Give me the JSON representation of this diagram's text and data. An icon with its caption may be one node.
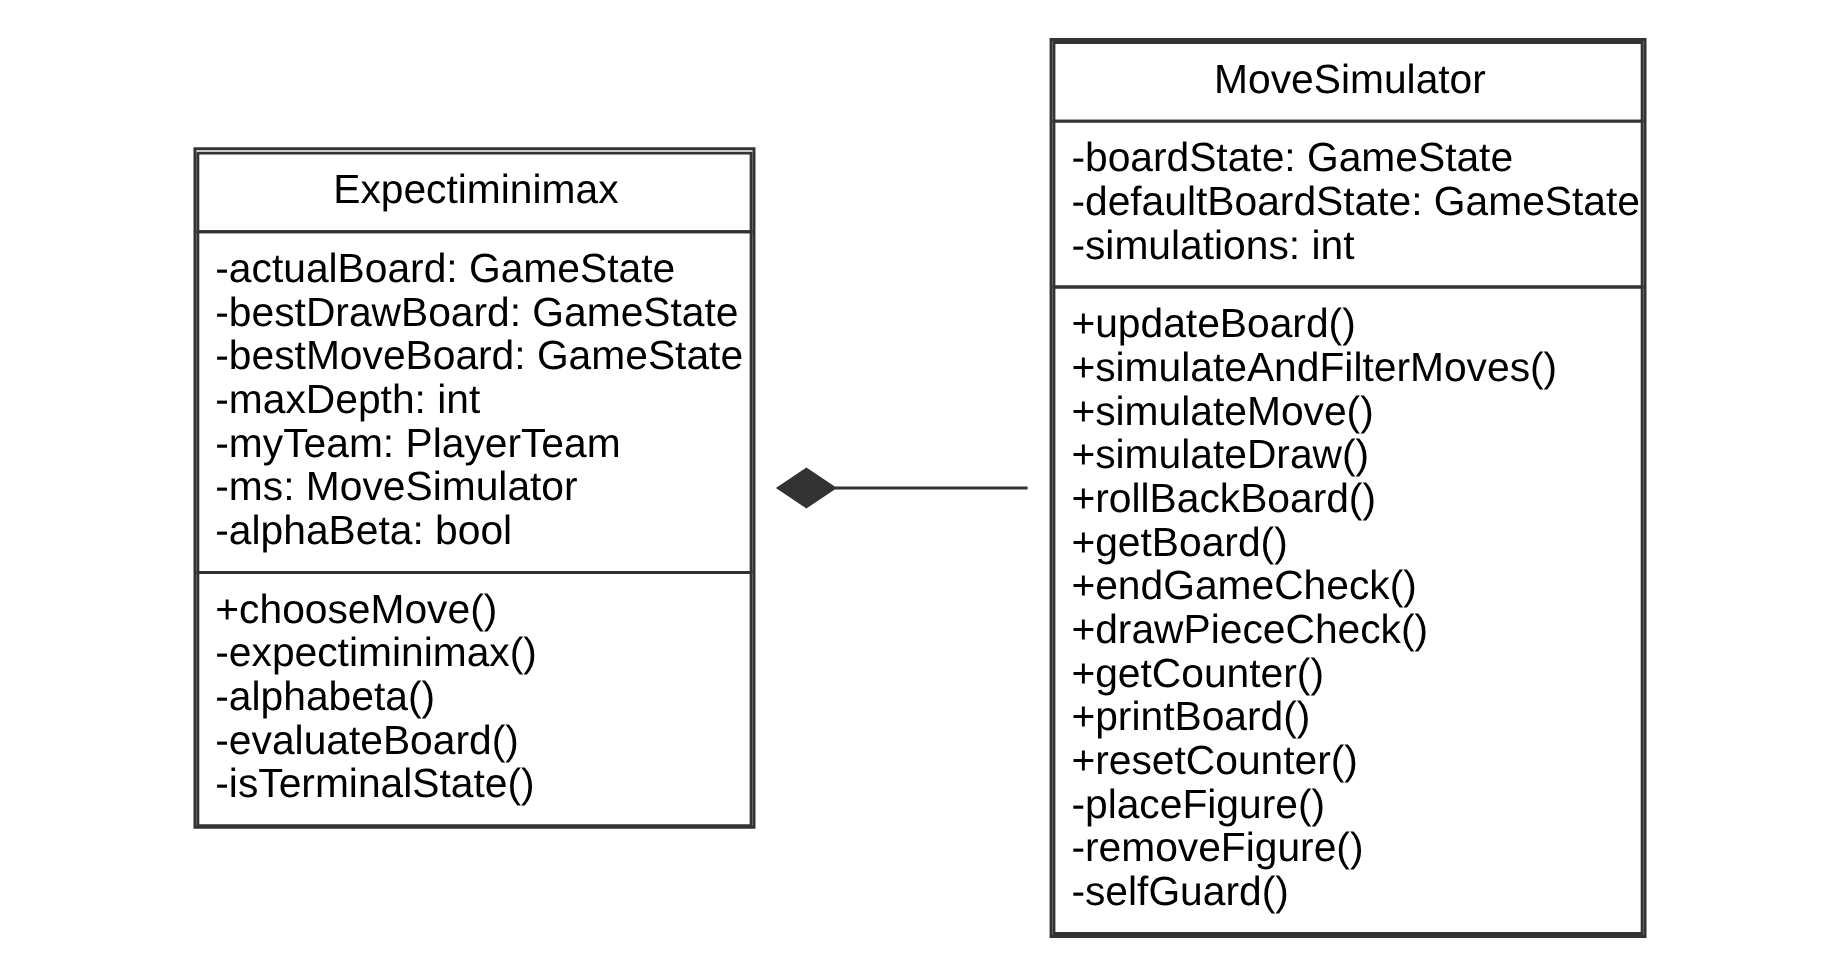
{
  "diagram": {
    "nodes": [
      {
        "text": [
          "Expectiminimax",
          "-actualBoard: GameState -bestDrawBoard: GameState -bestMoveBoard: GameState -maxDepth: int -myTeam: PlayerTeam -ms: MoveSimulator -alphaBeta: bool",
          "+chooseMove() -expectiminimax() -alphabeta() -evaluateBoard() -isTerminalState()"
        ]
      },
      {
        "text": [
          "MoveSimulator",
          "-boardState: GameState -defaultBoardState: GameState -simulations: int",
          "+updateBoard() +simulateAndFilterMoves() +simulateMove() +simulateDraw() +rollBackBoard() +getBoard() +endGameCheck() +drawPieceCheck() +getCounter() +printBoard() +resetCounter() -placeFigure() -removeFigure() -selfGuard()"
        ]
      }
    ],
    "edges": [
      {
        "from": 0,
        "to": 1,
        "arrow": "other"
      }
    ]
  }
}
